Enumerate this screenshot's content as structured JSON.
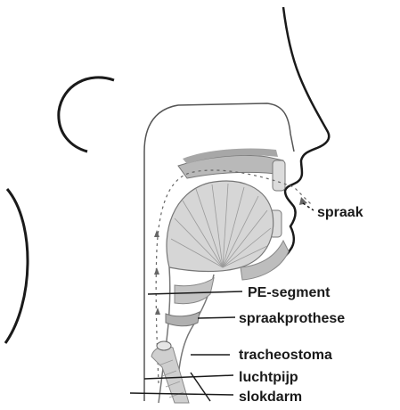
{
  "labels": {
    "spraak": "spraak",
    "pe_segment": "PE-segment",
    "spraakprothese": "spraakprothese",
    "tracheostoma": "tracheostoma",
    "luchtpijp": "luchtpijp",
    "slokdarm": "slokdarm"
  },
  "colors": {
    "ink": "#1a1a1a",
    "tissue": "#c9c9c9",
    "tissue_dark": "#9e9e9e",
    "tongue": "#d2d2d2",
    "background": "#ffffff"
  }
}
